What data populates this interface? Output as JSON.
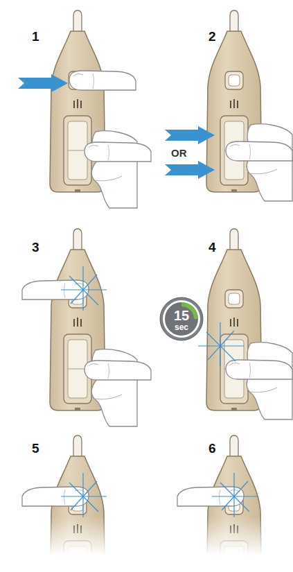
{
  "diagram": {
    "labels": [
      "1",
      "2",
      "OR",
      "3",
      "4",
      "15",
      "sec",
      "5",
      "6"
    ]
  }
}
